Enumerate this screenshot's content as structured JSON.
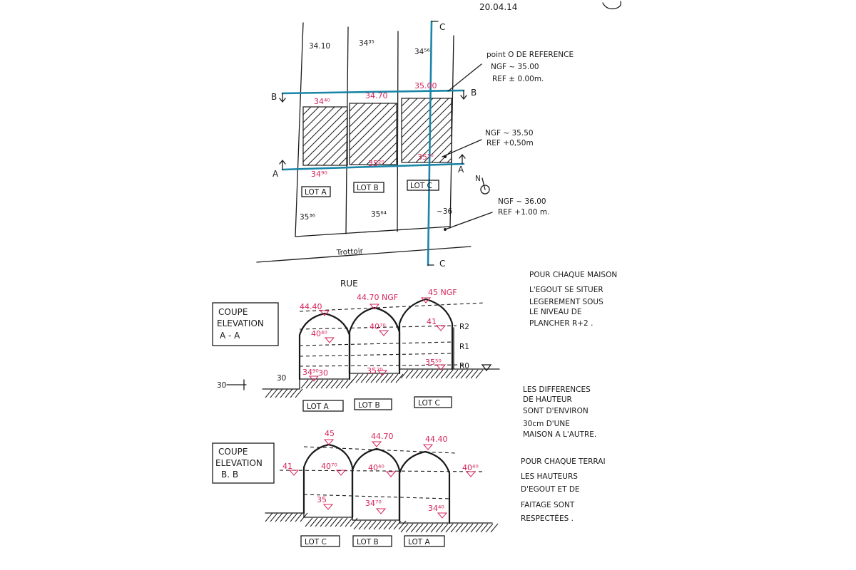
{
  "header": {
    "date": "20.04.14"
  },
  "plan": {
    "levels_top": [
      "34.10",
      "34³⁵",
      "34⁵⁶"
    ],
    "levels_b_line": [
      "34⁴⁰",
      "34.70",
      "35.00"
    ],
    "levels_a_line": [
      "34⁹⁰",
      "35²⁰",
      "35⁵⁰"
    ],
    "levels_bottom": [
      "35³⁶",
      "35⁶⁴",
      "~36"
    ],
    "lots": [
      "LOT A",
      "LOT B",
      "LOT C"
    ],
    "section_labels": {
      "b_left": "B",
      "b_right": "B",
      "a_left": "A",
      "a_right": "A",
      "c_top": "C",
      "c_bottom": "C"
    },
    "north": "N",
    "street": "Trottoir",
    "notes": [
      {
        "lines": [
          "point O DE REFERENCE",
          "NGF ~ 35.00",
          "REF ± 0.00m."
        ]
      },
      {
        "lines": [
          "NGF ~ 35.50",
          "REF +0,50m"
        ]
      },
      {
        "lines": [
          "NGF ~ 36.00",
          "REF +1.00 m."
        ]
      }
    ]
  },
  "section_aa": {
    "street_label": "RUE",
    "title_lines": [
      "COUPE",
      "ELEVATION",
      "A - A"
    ],
    "ridge_levels": [
      "44.40",
      "44.70 NGF",
      "45 NGF"
    ],
    "eave_levels": [
      "40⁴⁰",
      "40⁷⁰",
      "41"
    ],
    "floor_levels": [
      "34⁹⁰",
      "35²⁰",
      "35⁵⁰"
    ],
    "floor_tags": [
      "R2",
      "R1",
      "R0"
    ],
    "step_labels": [
      "30",
      "30",
      "30"
    ],
    "lots": [
      "LOT A",
      "LOT B",
      "LOT C"
    ]
  },
  "section_bb": {
    "title_lines": [
      "COUPE",
      "ELEVATION",
      "B. B"
    ],
    "ridge_levels": [
      "45",
      "44.70",
      "44.40"
    ],
    "eave_levels": [
      "41",
      "40⁷⁰",
      "40⁴⁰",
      "40⁴⁰"
    ],
    "floor_levels": [
      "35",
      "34⁷⁰",
      "34⁴⁰"
    ],
    "lots": [
      "LOT C",
      "LOT B",
      "LOT A"
    ]
  },
  "right_notes": [
    {
      "lines": [
        "POUR CHAQUE MAISON",
        "L'EGOUT SE SITUER",
        "LEGEREMENT SOUS",
        "LE NIVEAU DE",
        "PLANCHER R+2 ."
      ]
    },
    {
      "lines": [
        "LES DIFFERENCES",
        "DE HAUTEUR",
        "SONT D'ENVIRON",
        "30cm D'UNE",
        "MAISON A L'AUTRE."
      ]
    },
    {
      "lines": [
        "POUR CHAQUE TERRAI",
        "LES HAUTEURS",
        "D'EGOUT ET DE",
        "FAITAGE SONT",
        "RESPECTÉES ."
      ]
    }
  ]
}
